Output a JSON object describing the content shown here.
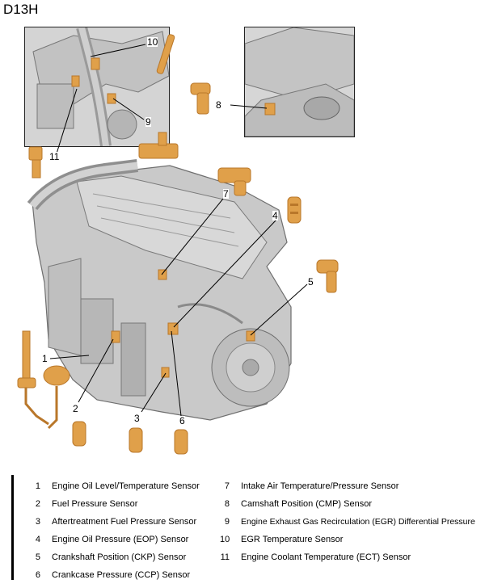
{
  "title": "D13H",
  "callouts": [
    "1",
    "2",
    "3",
    "4",
    "5",
    "6",
    "7",
    "8",
    "9",
    "10",
    "11"
  ],
  "legend": [
    {
      "num": "1",
      "label": "Engine Oil Level/Temperature Sensor"
    },
    {
      "num": "2",
      "label": "Fuel Pressure Sensor"
    },
    {
      "num": "3",
      "label": "Aftertreatment Fuel Pressure Sensor"
    },
    {
      "num": "4",
      "label": "Engine Oil Pressure (EOP) Sensor"
    },
    {
      "num": "5",
      "label": "Crankshaft Position (CKP) Sensor"
    },
    {
      "num": "6",
      "label": "Crankcase Pressure (CCP) Sensor"
    },
    {
      "num": "7",
      "label": "Intake Air Temperature/Pressure Sensor"
    },
    {
      "num": "8",
      "label": "Camshaft Position (CMP) Sensor"
    },
    {
      "num": "9",
      "label": "Engine Exhaust Gas Recirculation (EGR) Differential Pressure"
    },
    {
      "num": "10",
      "label": "EGR Temperature Sensor"
    },
    {
      "num": "11",
      "label": "Engine Coolant Temperature (ECT) Sensor"
    }
  ],
  "colors": {
    "sensor": "#e0a04a",
    "sensor_dark": "#b9772a",
    "engine": "#c9c9c9",
    "engine_dark": "#8d8d8d"
  }
}
